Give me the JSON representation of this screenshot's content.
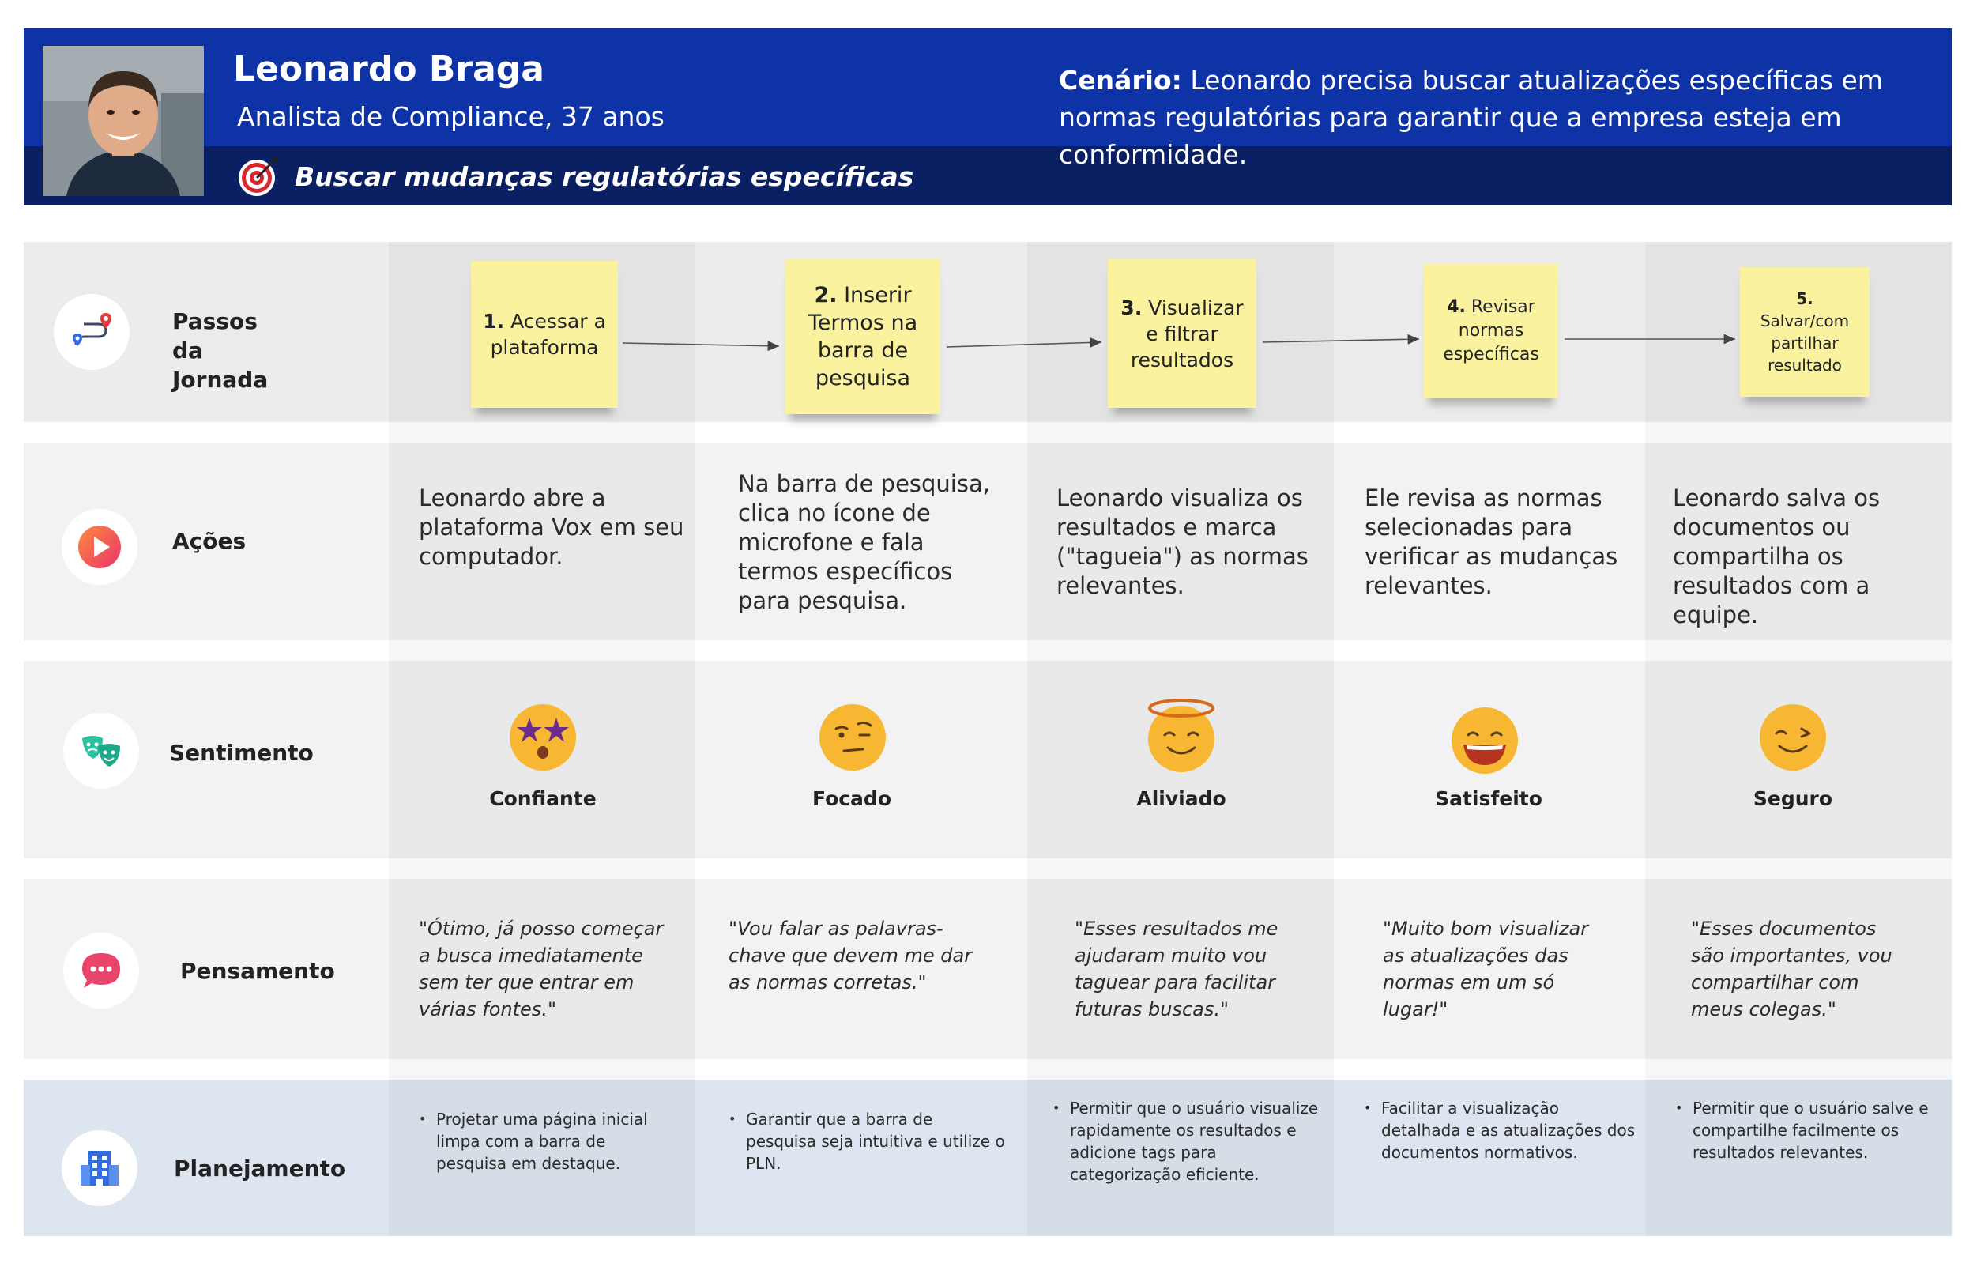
{
  "persona": {
    "name": "Leonardo Braga",
    "role": "Analista de Compliance, 37 anos",
    "goal": "Buscar mudanças regulatórias específicas",
    "scenario_label": "Cenário:",
    "scenario_text": " Leonardo precisa buscar atualizações específicas em normas regulatórias para garantir que a empresa esteja em conformidade."
  },
  "rows": {
    "steps": "Passos da Jornada",
    "actions": "Ações",
    "feelings": "Sentimento",
    "thoughts": "Pensamento",
    "planning": "Planejamento"
  },
  "steps": [
    {
      "num": "1.",
      "text": " Acessar a plataforma"
    },
    {
      "num": "2.",
      "text": " Inserir Termos na barra de pesquisa"
    },
    {
      "num": "3.",
      "text": " Visualizar e filtrar resultados"
    },
    {
      "num": "4.",
      "text": " Revisar normas específicas"
    },
    {
      "num": "5.",
      "text": " Salvar/com partilhar resultado"
    }
  ],
  "actions": [
    "Leonardo abre a plataforma Vox em seu computador.",
    "Na barra de pesquisa, clica no ícone de microfone e fala termos específicos para pesquisa.",
    "Leonardo visualiza os resultados e marca (\"tagueia\") as normas relevantes.",
    "Ele revisa as normas selecionadas para verificar as mudanças relevantes.",
    "Leonardo salva os documentos ou compartilha os resultados com a equipe."
  ],
  "feelings": [
    {
      "label": "Confiante",
      "icon": "star-struck-emoji"
    },
    {
      "label": "Focado",
      "icon": "raised-eyebrow-emoji"
    },
    {
      "label": "Aliviado",
      "icon": "halo-emoji"
    },
    {
      "label": "Satisfeito",
      "icon": "grin-emoji"
    },
    {
      "label": "Seguro",
      "icon": "wink-emoji"
    }
  ],
  "thoughts": [
    "\"Ótimo, já posso começar a busca imediatamente sem ter que entrar em várias fontes.\"",
    "\"Vou falar as palavras-chave que devem me dar as normas corretas.\"",
    "\"Esses resultados me ajudaram muito vou taguear para facilitar futuras buscas.\"",
    "\"Muito bom visualizar as atualizações das normas em um só lugar!\"",
    "\"Esses documentos são importantes, vou compartilhar com meus colegas.\""
  ],
  "planning": [
    "Projetar uma página inicial limpa com a barra de pesquisa em destaque.",
    "Garantir que a barra de pesquisa seja intuitiva e utilize o PLN.",
    "Permitir que o usuário visualize rapidamente os resultados e adicione tags para categorização eficiente.",
    "Facilitar a visualização detalhada e as atualizações dos documentos normativos.",
    "Permitir que o usuário salve e compartilhe facilmente os resultados relevantes."
  ],
  "colors": {
    "header": "#0d33a6",
    "header_band": "#0a2063",
    "sticky": "#fbf2a0",
    "planning_row": "#dde6f0",
    "emoji": "#f7b733"
  }
}
